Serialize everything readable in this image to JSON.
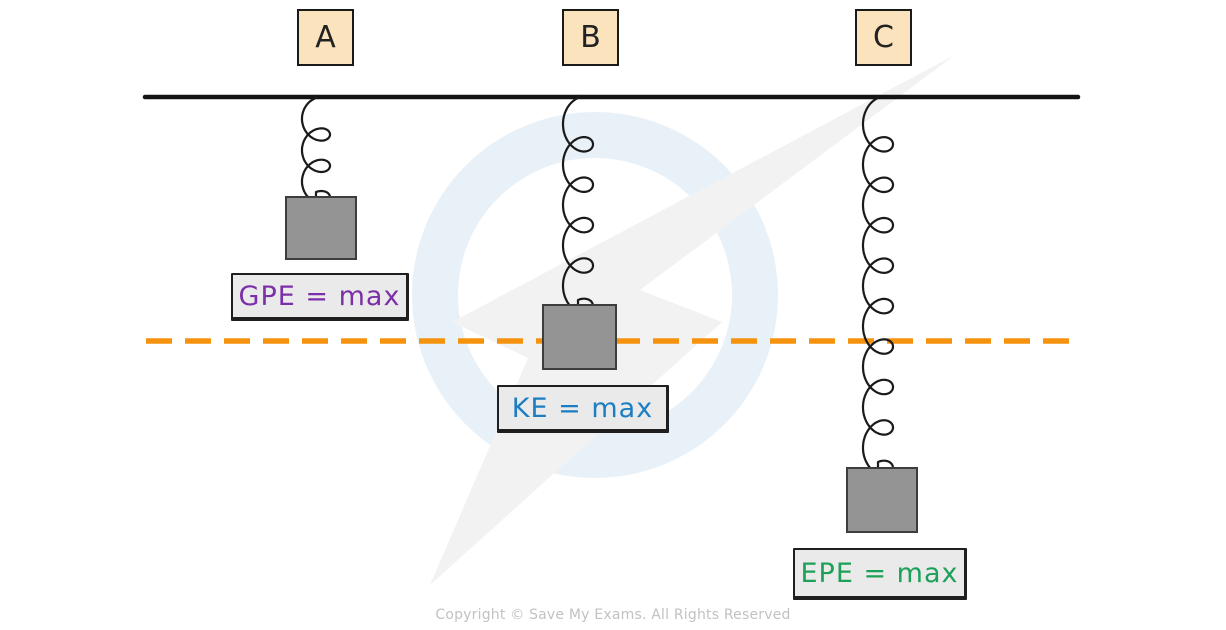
{
  "colors": {
    "background": "#ffffff",
    "ceiling_line": "#141414",
    "equilibrium_line": "#F5920E",
    "spring_wire": "#1a1a1a",
    "mass_fill": "#949494",
    "mass_border": "#3d3d3d",
    "tag_fill": "#FAE3BD",
    "tag_border": "#1a1a1a",
    "tag_text": "#222222",
    "label_fill": "#EAEAEA",
    "label_border": "#1f1f1f",
    "gpe_text": "#7B2FA8",
    "ke_text": "#1B7EC3",
    "epe_text": "#1CA158",
    "copyright_text": "#C2C2C2",
    "watermark_ring": "#E9F1F8",
    "watermark_bolt": "#F2F2F2"
  },
  "diagram": {
    "positions": [
      {
        "tag": "A",
        "energy_label": "GPE = max"
      },
      {
        "tag": "B",
        "energy_label": "KE = max"
      },
      {
        "tag": "C",
        "energy_label": "EPE = max"
      }
    ]
  },
  "footer": {
    "copyright": "Copyright © Save My Exams. All Rights Reserved"
  }
}
